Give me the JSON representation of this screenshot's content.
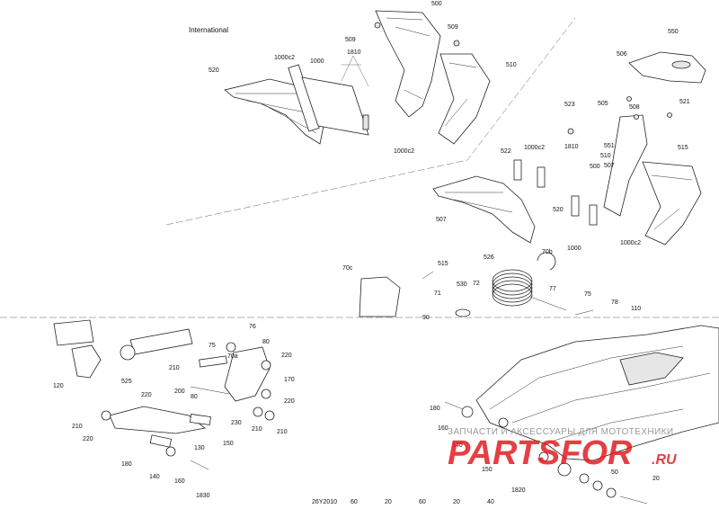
{
  "header": {
    "region": "International"
  },
  "footer": {
    "code": "26Y2010"
  },
  "watermark": {
    "top": "ЗАПЧАСТИ И АКСЕССУАРЫ ДЛЯ МОТОТЕХНИКИ",
    "logo": "PARTSFOR",
    "site": ".RU"
  },
  "callouts": [
    "500",
    "509",
    "509",
    "1000c2",
    "1000",
    "1810",
    "520",
    "510",
    "1000c2",
    "550",
    "506",
    "505",
    "508",
    "521",
    "523",
    "522",
    "1000c2",
    "1810",
    "551",
    "507",
    "515",
    "510",
    "500",
    "507",
    "520",
    "1000",
    "1000c2",
    "515",
    "526",
    "70b",
    "70c",
    "530",
    "72",
    "71",
    "77",
    "75",
    "78",
    "110",
    "90",
    "120",
    "525",
    "76",
    "75",
    "70a",
    "80",
    "220",
    "210",
    "200",
    "80",
    "230",
    "170",
    "220",
    "210",
    "210",
    "220",
    "210",
    "220",
    "180",
    "130",
    "150",
    "140",
    "160",
    "1830",
    "180",
    "160",
    "140",
    "150",
    "1820",
    "50",
    "20",
    "60",
    "20",
    "60",
    "20",
    "40"
  ]
}
